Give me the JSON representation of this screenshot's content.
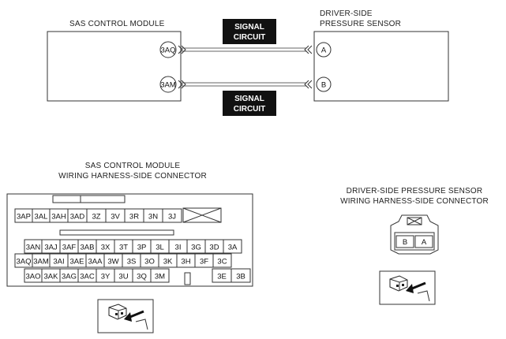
{
  "top": {
    "module_label": "SAS CONTROL MODULE",
    "sensor_label_line1": "DRIVER-SIDE",
    "sensor_label_line2": "PRESSURE SENSOR",
    "signal_line1": "SIGNAL",
    "signal_line2": "CIRCUIT",
    "module_pins": [
      "3AQ",
      "3AM"
    ],
    "sensor_pins": [
      "A",
      "B"
    ]
  },
  "connector": {
    "title_line1": "SAS CONTROL MODULE",
    "title_line2": "WIRING HARNESS-SIDE CONNECTOR",
    "rows": [
      [
        "3AP",
        "3AL",
        "3AH",
        "3AD",
        "3Z",
        "3V",
        "3R",
        "3N",
        "3J"
      ],
      [
        "3AN",
        "3AJ",
        "3AF",
        "3AB",
        "3X",
        "3T",
        "3P",
        "3L",
        "3I",
        "3G",
        "3D",
        "3A"
      ],
      [
        "3AQ",
        "3AM",
        "3AI",
        "3AE",
        "3AA",
        "3W",
        "3S",
        "3O",
        "3K",
        "3H",
        "3F",
        "3C"
      ],
      [
        "3AO",
        "3AK",
        "3AG",
        "3AC",
        "3Y",
        "3U",
        "3Q",
        "3M",
        "3E",
        "3B"
      ]
    ]
  },
  "sensor_connector": {
    "title_line1": "DRIVER-SIDE PRESSURE SENSOR",
    "title_line2": "WIRING HARNESS-SIDE CONNECTOR",
    "pins": [
      "B",
      "A"
    ]
  }
}
